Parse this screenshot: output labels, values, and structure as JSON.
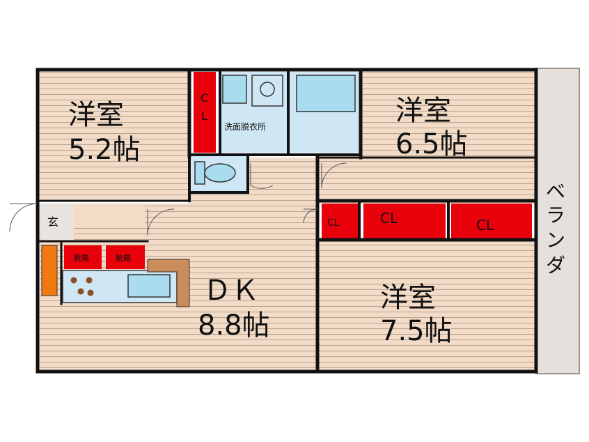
{
  "rooms": {
    "western_1": {
      "name": "洋室",
      "size": "5.2帖"
    },
    "western_2": {
      "name": "洋室",
      "size": "6.5帖"
    },
    "western_3": {
      "name": "洋室",
      "size": "7.5帖"
    },
    "dk": {
      "name": "ＤＫ",
      "size": "8.8帖"
    }
  },
  "labels": {
    "closet": "CL",
    "closet_vertical": [
      "C",
      "L"
    ],
    "washroom": "洗面脱衣所",
    "entrance": "玄",
    "shoe_box": "靴箱",
    "balcony": [
      "ベ",
      "ラ",
      "ン",
      "ダ"
    ]
  },
  "colors": {
    "floor_wood": "#f2dcc8",
    "floor_line": "#b8a08c",
    "wall": "#111111",
    "closet": "#e8000b",
    "wet_area": "#cfe6f5",
    "fixture": "#a9dcef",
    "balcony": "#e6e0dc",
    "counter": "#c98c5a",
    "entrance_floor": "#e8e3df",
    "orange_box": "#f07a10"
  }
}
